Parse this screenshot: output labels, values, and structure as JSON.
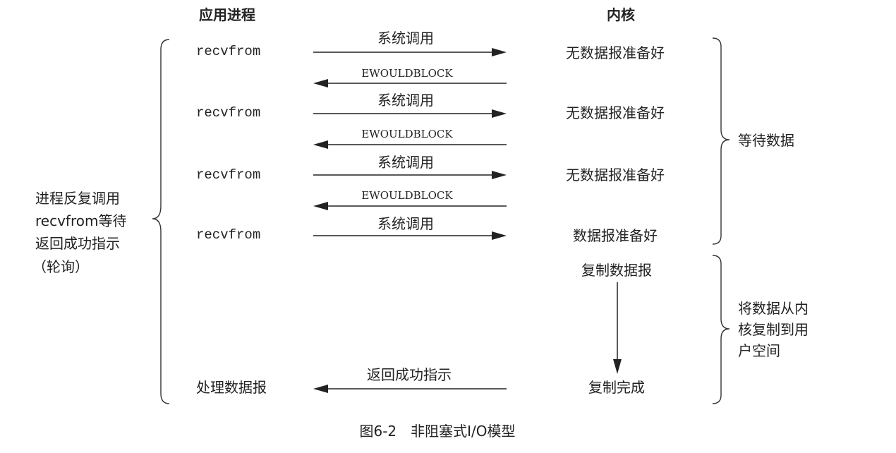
{
  "headers": {
    "app": "应用进程",
    "kernel": "内核"
  },
  "app_rows": [
    "recvfrom",
    "recvfrom",
    "recvfrom",
    "recvfrom",
    "处理数据报"
  ],
  "kernel_states": [
    "无数据报准备好",
    "无数据报准备好",
    "无数据报准备好",
    "数据报准备好",
    "复制数据报",
    "复制完成"
  ],
  "messages": {
    "syscall": "系统调用",
    "ewouldblock": "EWOULDBLOCK",
    "return_ok": "返回成功指示"
  },
  "left_note": [
    "进程反复调用",
    "recvfrom等待",
    "返回成功指示",
    "（轮询）"
  ],
  "right_notes": {
    "wait": "等待数据",
    "copy": [
      "将数据从内",
      "核复制到用",
      "户空间"
    ]
  },
  "caption": "图6-2　非阻塞式I/O模型"
}
